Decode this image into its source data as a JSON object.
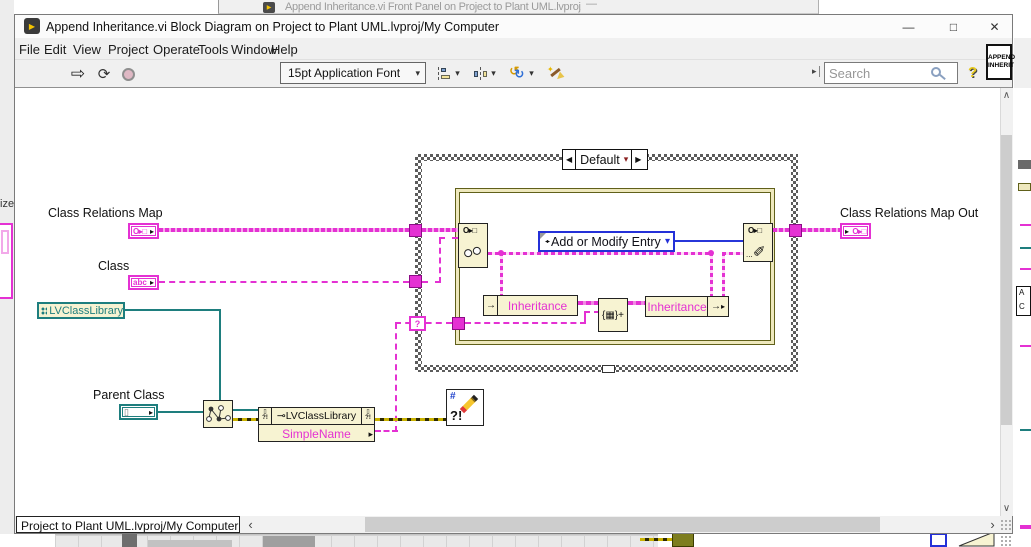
{
  "bg": {
    "fp_title": "Append Inheritance.vi Front Panel on Project to Plant UML.lvproj/My Comput...",
    "fp_min": "—",
    "left_text": "ize",
    "frag_a": "A",
    "frag_c": "C"
  },
  "win": {
    "title": "Append Inheritance.vi Block Diagram on Project to Plant UML.lvproj/My Computer",
    "min": "—",
    "max": "□",
    "close": "✕"
  },
  "menu": {
    "items": [
      "File",
      "Edit",
      "View",
      "Project",
      "Operate",
      "Tools",
      "Window",
      "Help"
    ]
  },
  "toolbar": {
    "font_selector": "15pt Application Font",
    "search_placeholder": "Search",
    "vi_icon_line1": "APPEND",
    "vi_icon_line2": "INHERIT",
    "overflow_glyph": "▸",
    "dropdown_glyph": "▾",
    "help_glyph": "?",
    "run_glyph": "⇨",
    "run_continuous_glyph": "⟳"
  },
  "diagram": {
    "class_relations_map_label": "Class Relations Map",
    "class_label": "Class",
    "parent_class_label": "Parent Class",
    "map_out_label": "Class Relations Map Out",
    "lv_class_library": "LVClassLibrary",
    "case_selector": "Default",
    "sel_left": "◀",
    "sel_right": "▶",
    "sel_drop": "▾",
    "enum_value": "Add or Modify Entry",
    "enum_incdec": "◂▸",
    "map_glyph": "O▸□",
    "string_glyph": "abc",
    "page_glyph": "▯",
    "term_arrow": "▸",
    "unbundle_name": "Inheritance",
    "bundle_name": "Inheritance",
    "bundle_arrow": "→",
    "build_array_glyph": "{▦}+",
    "prop_title": "LVClassLibrary",
    "prop_link": "⊸",
    "prop_name": "SimpleName",
    "prop_ref": "▯",
    "prop_err": "?!",
    "prop_out": "▸",
    "question_tunnel": "?",
    "clear_hash": "#",
    "clear_q": "?!",
    "pencil_glyph": "✎",
    "pencil_dots": "..."
  },
  "status": {
    "context": "Project to Plant UML.lvproj/My Computer",
    "left": "‹",
    "right": "›",
    "up": "∧",
    "down": "∨"
  }
}
